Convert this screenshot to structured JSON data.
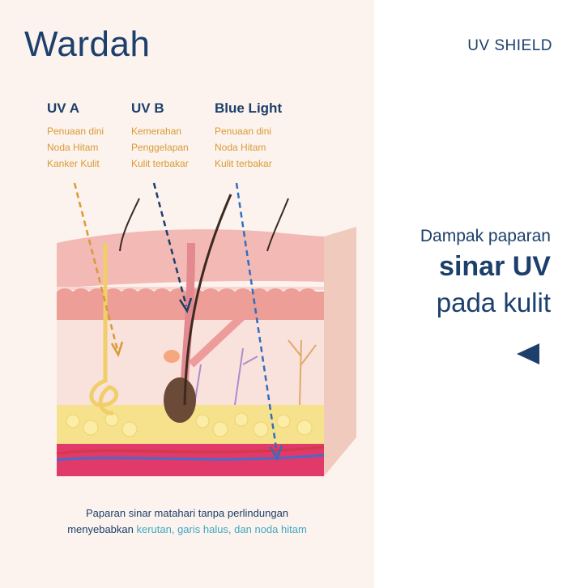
{
  "brand": {
    "name": "Wardah"
  },
  "header": {
    "badge": "UV SHIELD"
  },
  "uv_types": [
    {
      "name": "UV A",
      "effects": [
        "Penuaan dini",
        "Noda Hitam",
        "Kanker Kulit"
      ]
    },
    {
      "name": "UV B",
      "effects": [
        "Kemerahan",
        "Penggelapan",
        "Kulit terbakar"
      ]
    },
    {
      "name": "Blue Light",
      "effects": [
        "Penuaan dini",
        "Noda Hitam",
        "Kulit terbakar"
      ]
    }
  ],
  "headline": {
    "line1": "Dampak paparan",
    "line2": "sinar UV",
    "line3": "pada kulit"
  },
  "caption": {
    "line1": "Paparan sinar matahari tanpa perlindungan",
    "line2_start": "menyebabkan ",
    "line2_highlight": "kerutan, garis halus, dan noda hitam"
  },
  "colors": {
    "navy": "#1c3f6b",
    "accent_orange": "#d99a34",
    "accent_cyan": "#3fa8c4",
    "panel_bg": "#fcf3ee"
  },
  "icons": {
    "arrow": "left-triangle-icon"
  }
}
